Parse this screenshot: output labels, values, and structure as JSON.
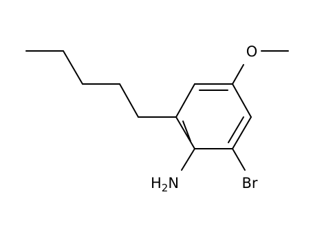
{
  "molecule": {
    "atoms": {
      "oxygen": {
        "symbol": "O",
        "color": "#ff0d0d"
      },
      "bromine": {
        "symbol": "Br",
        "color": "#a62929"
      },
      "amine": {
        "symbol": "H",
        "subscript": "2",
        "suffix": "N",
        "color": "#3050f8"
      }
    },
    "bond_color": "#000000"
  }
}
